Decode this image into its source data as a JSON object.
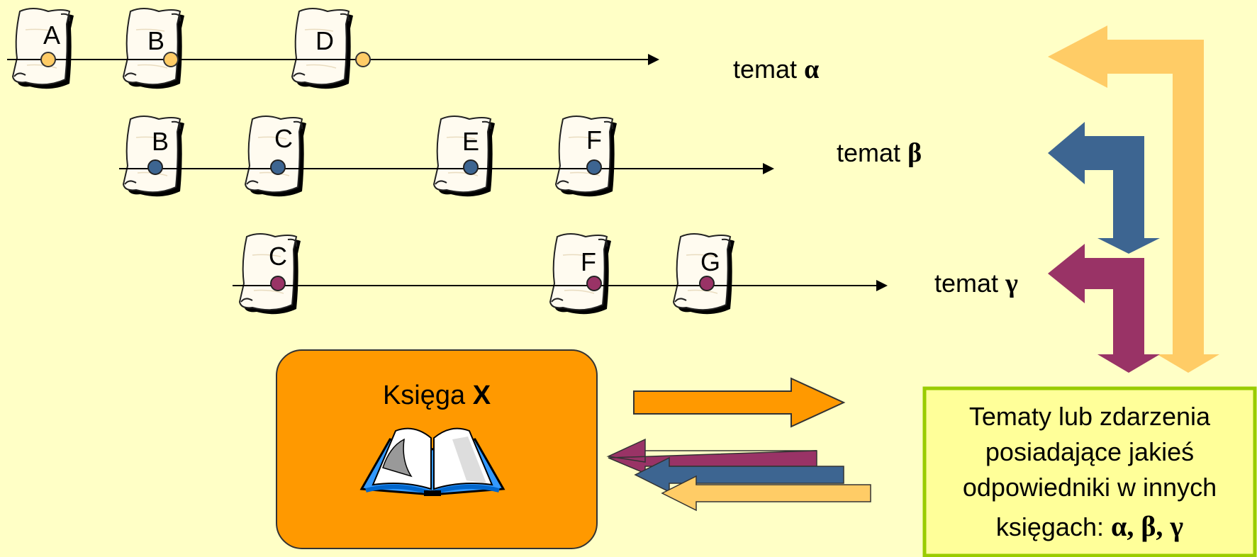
{
  "colors": {
    "background": "#ffffc6",
    "alpha": "#ffcc66",
    "beta": "#3d6591",
    "gamma": "#993366",
    "book_box": "#ff9900",
    "note_box": "#ffff99",
    "note_border": "#99cc00",
    "scroll": "#fffbf0"
  },
  "topics": [
    {
      "label": "temat",
      "symbol": "α",
      "color_key": "alpha",
      "events": [
        "A",
        "B",
        "D"
      ]
    },
    {
      "label": "temat",
      "symbol": "β",
      "color_key": "beta",
      "events": [
        "B",
        "C",
        "E",
        "F"
      ]
    },
    {
      "label": "temat",
      "symbol": "γ",
      "color_key": "gamma",
      "events": [
        "C",
        "F",
        "G"
      ]
    }
  ],
  "book": {
    "title_prefix": "Księga",
    "title_letter": "X",
    "icon": "open-book-icon"
  },
  "note": {
    "lines": [
      "Tematy lub zdarzenia",
      "posiadające jakieś",
      "odpowiedniki w innych"
    ],
    "last_prefix": "księgach:",
    "last_symbols": "α, β, γ"
  }
}
